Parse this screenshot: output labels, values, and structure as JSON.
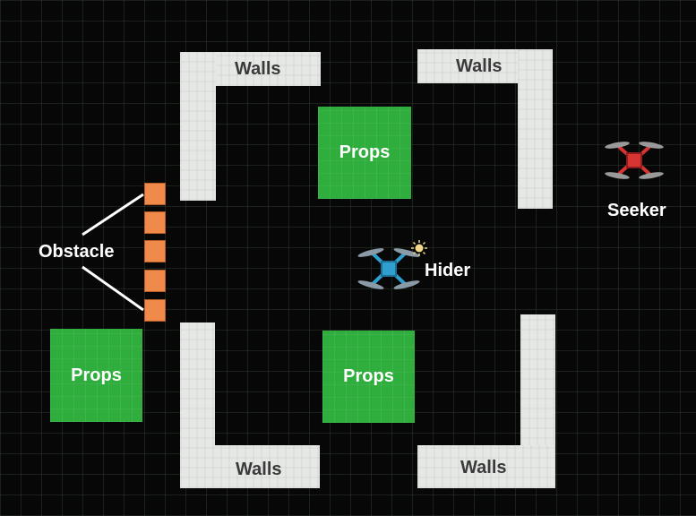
{
  "scene": {
    "walls": [
      {
        "label": "Walls"
      },
      {
        "label": "Walls"
      },
      {
        "label": "Walls"
      },
      {
        "label": "Walls"
      }
    ],
    "props": [
      {
        "label": "Props"
      },
      {
        "label": "Props"
      },
      {
        "label": "Props"
      }
    ],
    "obstacle": {
      "label": "Obstacle",
      "block_count": 5
    },
    "hider": {
      "label": "Hider",
      "icon": "quadcopter-icon",
      "color": "#2f9fd0"
    },
    "seeker": {
      "label": "Seeker",
      "icon": "quadcopter-icon",
      "color": "#d83434"
    },
    "colors": {
      "background": "#070707",
      "walls": "#e6e8e6",
      "props": "#2fae3e",
      "obstacle": "#ef8a4a"
    }
  }
}
